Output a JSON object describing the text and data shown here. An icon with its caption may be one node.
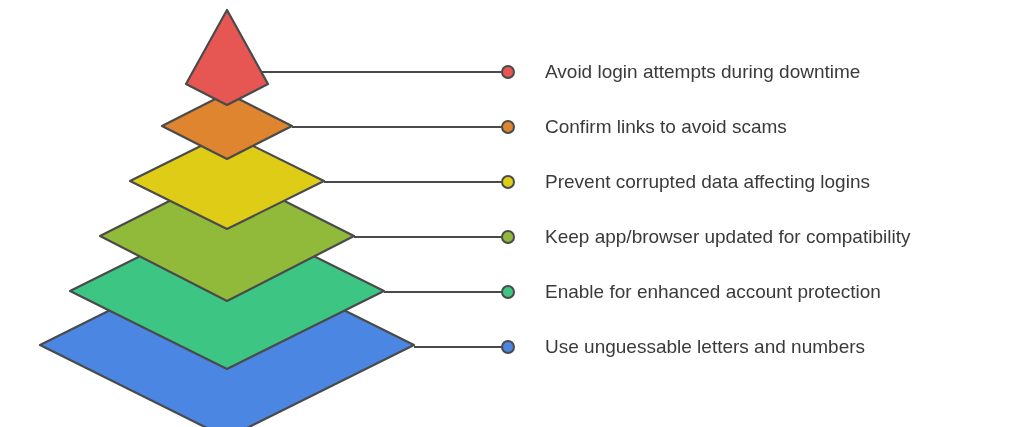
{
  "diagram": {
    "nodes": [
      {
        "text": [],
        "shape": "triangle"
      },
      {
        "text": [],
        "shape": "diamond"
      },
      {
        "text": [],
        "shape": "diamond"
      },
      {
        "text": [],
        "shape": "diamond"
      },
      {
        "text": [],
        "shape": "diamond"
      },
      {
        "text": [],
        "shape": "diamond"
      },
      {
        "text": [
          "Avoid login attempts during downtime"
        ]
      },
      {
        "text": [
          "Confirm links to avoid scams"
        ]
      },
      {
        "text": [
          "Prevent corrupted data affecting logins"
        ]
      },
      {
        "text": [
          "Keep app/browser updated for compatibility"
        ]
      },
      {
        "text": [
          "Enable for enhanced account protection"
        ]
      },
      {
        "text": [
          "Use unguessable letters and numbers"
        ]
      }
    ],
    "edges": [
      {
        "from": 6,
        "to": 0,
        "arrow": "other"
      },
      {
        "from": 7,
        "to": 1,
        "arrow": "other"
      },
      {
        "from": 8,
        "to": 2,
        "arrow": "other"
      },
      {
        "from": 9,
        "to": 3,
        "arrow": "other"
      },
      {
        "from": 10,
        "to": 4,
        "arrow": "other"
      },
      {
        "from": 11,
        "to": 5,
        "arrow": "other"
      }
    ]
  }
}
